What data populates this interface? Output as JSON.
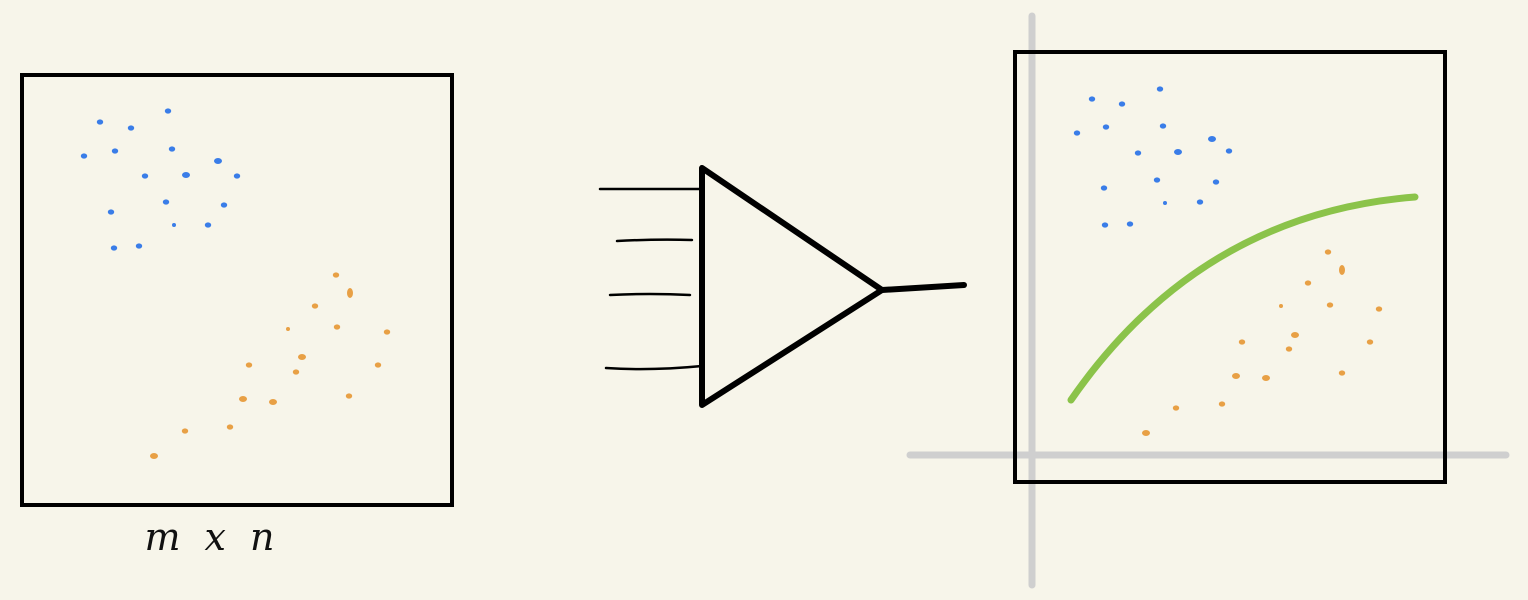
{
  "input_label": "m x n",
  "colors": {
    "background": "#f7f5ea",
    "stroke": "#000000",
    "cluster_a": "#3a7de8",
    "cluster_b": "#e8a045",
    "decision_boundary": "#8bc34a",
    "axes": "#cfcfcf"
  },
  "icons": [
    "input-frame",
    "neuron-triangle-icon",
    "output-frame",
    "decision-curve"
  ]
}
